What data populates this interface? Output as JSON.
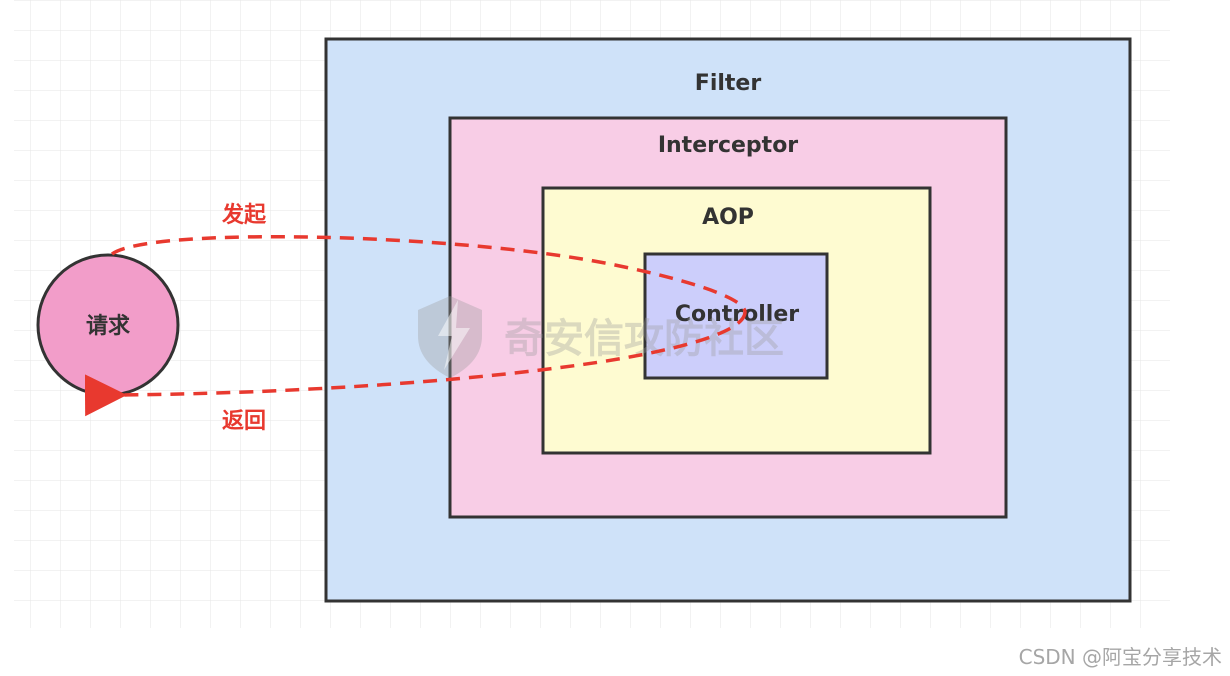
{
  "diagram": {
    "layers": [
      {
        "id": "filter",
        "label": "Filter",
        "fill": "#cfe2f9"
      },
      {
        "id": "interceptor",
        "label": "Interceptor",
        "fill": "#f8cde6"
      },
      {
        "id": "aop",
        "label": "AOP",
        "fill": "#fefbd1"
      },
      {
        "id": "controller",
        "label": "Controller",
        "fill": "#cccefb"
      }
    ],
    "request_node": {
      "label": "请求",
      "fill": "#f29dc9"
    },
    "flows": {
      "initiate_label": "发起",
      "return_label": "返回",
      "color": "#e8392f"
    },
    "border_color": "#333333",
    "grid_color": "#e6e6e6"
  },
  "watermark": {
    "text": "奇安信攻防社区"
  },
  "credit": {
    "text": "CSDN @阿宝分享技术"
  }
}
